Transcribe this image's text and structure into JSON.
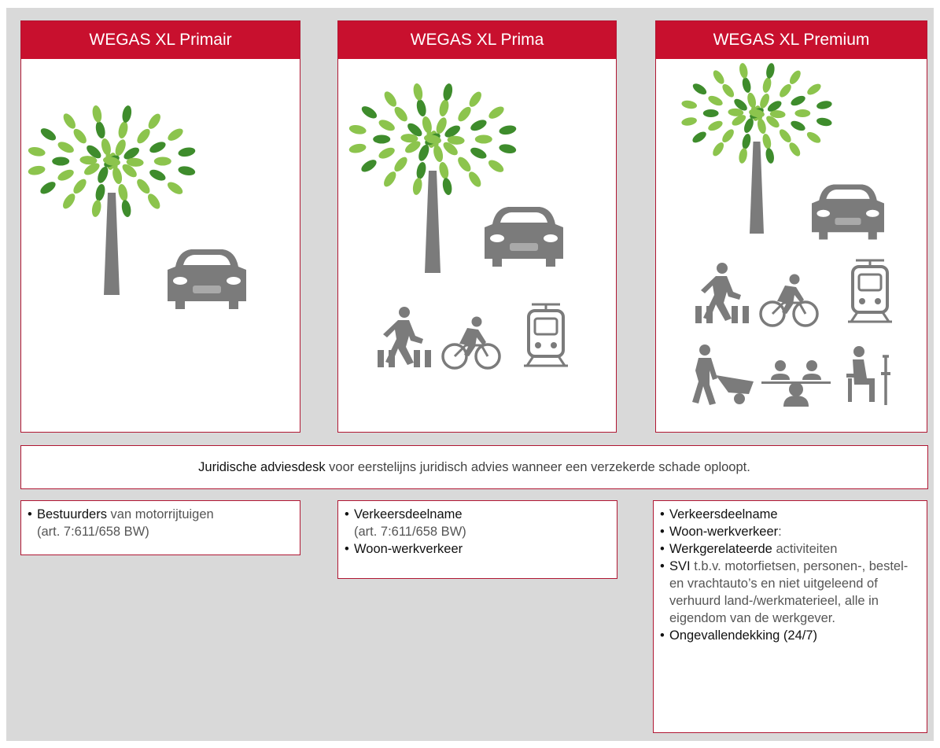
{
  "colors": {
    "accent": "#c8102e",
    "panel": "#d9d9d9",
    "icon_gray": "#7b7b7b",
    "leaf_dark": "#3e8c2c",
    "leaf_light": "#8cc44d"
  },
  "packages": [
    {
      "title": "WEGAS XL Primair",
      "icons": [
        "tree-icon",
        "car-icon"
      ]
    },
    {
      "title": "WEGAS XL Prima",
      "icons": [
        "tree-icon",
        "car-icon",
        "pedestrian-icon",
        "cyclist-icon",
        "tram-icon"
      ]
    },
    {
      "title": "WEGAS XL Premium",
      "icons": [
        "tree-icon",
        "car-icon",
        "pedestrian-icon",
        "cyclist-icon",
        "tram-icon",
        "worker-wheelbarrow-icon",
        "meeting-icon",
        "crutch-icon"
      ]
    }
  ],
  "banner": {
    "bold": "Juridische adviesdesk",
    "text": " voor eerstelijns juridisch advies wanneer een verzekerde schade oploopt."
  },
  "coverage": {
    "primair": [
      {
        "bullet": "•",
        "bold": "Bestuurders",
        "text": " van motorrijtuigen",
        "sub": "(art. 7:611/658 BW)"
      }
    ],
    "prima": [
      {
        "bullet": "•",
        "bold": "Verkeersdeelname",
        "text": "",
        "sub": "(art. 7:611/658 BW)"
      },
      {
        "bullet": "•",
        "bold": "Woon-werkverkeer",
        "text": ""
      }
    ],
    "premium": [
      {
        "bullet": "•",
        "bold": "Verkeersdeelname",
        "text": ""
      },
      {
        "bullet": "•",
        "bold": "Woon-werkverkeer",
        "text": ":"
      },
      {
        "bullet": "•",
        "bold": "Werkgerelateerde",
        "text": " activiteiten"
      },
      {
        "bullet": "•",
        "bold": "SVI",
        "text": " t.b.v. motorfietsen, personen-, bestel- en vrachtauto’s en niet uitgeleend of verhuurd land-/werkmaterieel, alle in eigendom van de werkgever."
      },
      {
        "bullet": "•",
        "bold": "Ongevallendekking (24/7)",
        "text": ""
      }
    ]
  }
}
